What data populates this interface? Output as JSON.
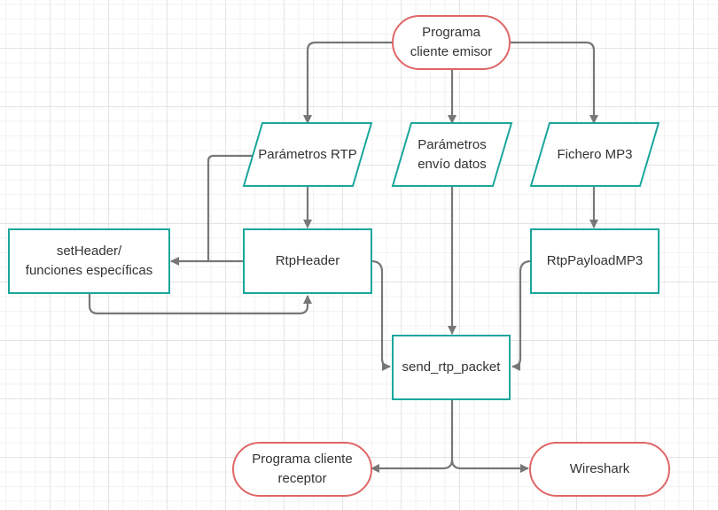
{
  "colors": {
    "terminal": "#e06666",
    "process": "#1aa69b",
    "connector": "#777777",
    "text": "#333333"
  },
  "nodes": {
    "emisor": {
      "line1": "Programa",
      "line2": "cliente emisor"
    },
    "params_rtp": {
      "label": "Parámetros RTP"
    },
    "params_envio": {
      "line1": "Parámetros",
      "line2": "envío datos"
    },
    "fichero": {
      "label": "Fichero MP3"
    },
    "setheader": {
      "line1": "setHeader/",
      "line2": "funciones específicas"
    },
    "rtpheader": {
      "label": "RtpHeader"
    },
    "payload": {
      "label": "RtpPayloadMP3"
    },
    "send": {
      "label": "send_rtp_packet"
    },
    "receptor": {
      "line1": "Programa cliente",
      "line2": "receptor"
    },
    "wireshark": {
      "label": "Wireshark"
    }
  }
}
